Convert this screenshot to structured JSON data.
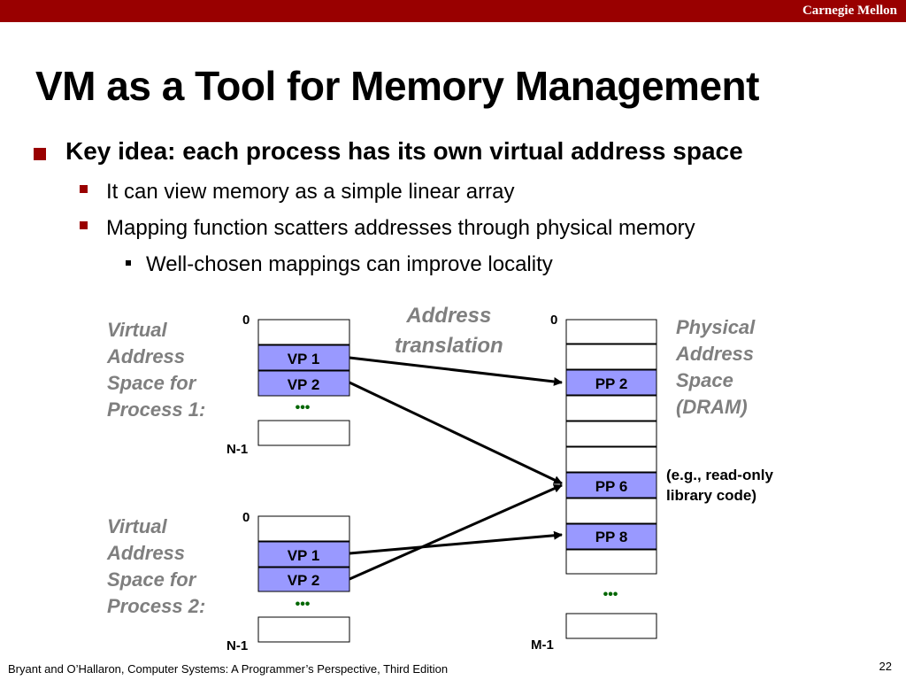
{
  "header": {
    "brand": "Carnegie Mellon"
  },
  "slide": {
    "title": "VM as a Tool for Memory Management",
    "bullets": [
      "Key idea: each process has its own virtual address space",
      "It can view memory as a simple linear array",
      "Mapping function scatters addresses through physical memory",
      "Well-chosen mappings can improve locality"
    ]
  },
  "diagram": {
    "vas1_label": [
      "Virtual",
      "Address",
      "Space for",
      "Process 1:"
    ],
    "vas2_label": [
      "Virtual",
      "Address",
      "Space for",
      "Process 2:"
    ],
    "pas_label": [
      "Physical",
      "Address",
      "Space",
      "(DRAM)"
    ],
    "translation_label": [
      "Address",
      "translation"
    ],
    "note": [
      "(e.g., read-only",
      "library code)"
    ],
    "vp1": "VP 1",
    "vp2": "VP 2",
    "pp2": "PP 2",
    "pp6": "PP 6",
    "pp8": "PP 8",
    "zero": "0",
    "n_minus_1": "N-1",
    "m_minus_1": "M-1",
    "ellipsis": "•••",
    "colors": {
      "page_fill": "#9999ff",
      "accent": "#990000",
      "label_gray": "#7f7f7f",
      "ellipsis": "#006600"
    }
  },
  "footer": {
    "citation": "Bryant and O’Hallaron, Computer Systems: A Programmer’s Perspective, Third Edition",
    "page": "22"
  }
}
